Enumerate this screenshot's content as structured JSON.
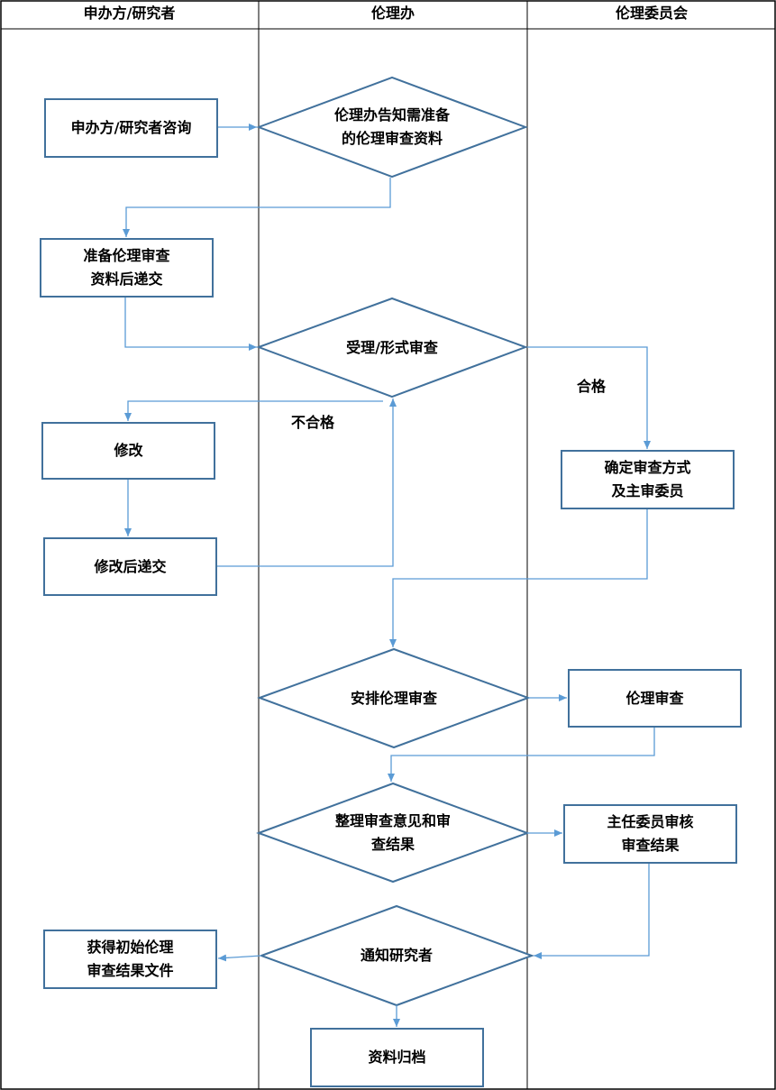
{
  "lanes": {
    "applicant": "申办方/研究者",
    "office": "伦理办",
    "committee": "伦理委员会"
  },
  "nodes": {
    "consult": "申办方/研究者咨询",
    "notify_materials": "伦理办告知需准备\n的伦理审查资料",
    "prepare_submit": "准备伦理审查\n资料后递交",
    "accept_review": "受理/形式审查",
    "modify": "修改",
    "resubmit": "修改后递交",
    "decide_method": "确定审查方式\n及主审委员",
    "arrange_review": "安排伦理审查",
    "ethics_review": "伦理审查",
    "compile_results": "整理审查意见和审\n查结果",
    "chair_review": "主任委员审核\n审查结果",
    "notify_researcher": "通知研究者",
    "get_documents": "获得初始伦理\n审查结果文件",
    "archive": "资料归档"
  },
  "edge_labels": {
    "qualified": "合格",
    "unqualified": "不合格"
  },
  "colors": {
    "stroke": "#41719c",
    "connector": "#5b9bd5",
    "lane_border": "#000000"
  }
}
